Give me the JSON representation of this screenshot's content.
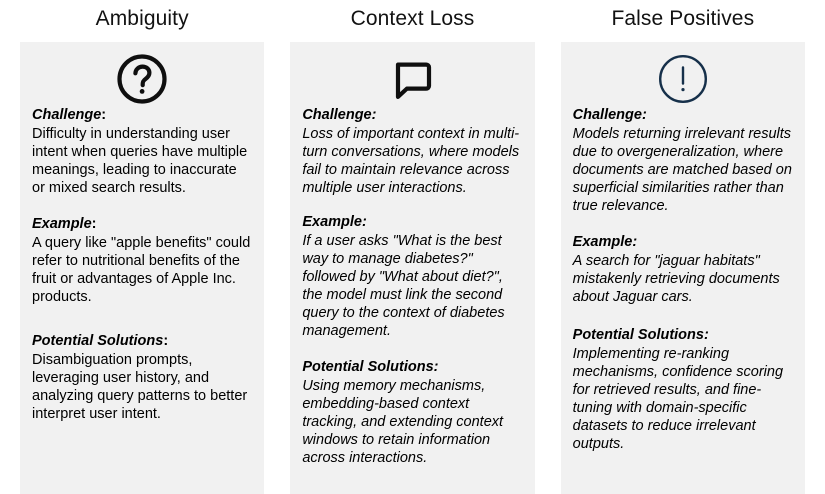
{
  "colors": {
    "panel_background": "#f1f1f1",
    "page_background": "#ffffff",
    "text": "#000000",
    "icon_black": "#0f0f0f",
    "icon_navy": "#16304a"
  },
  "columns": [
    {
      "title": "Ambiguity",
      "icon": "question-mark-circle-icon",
      "icon_color": "#0f0f0f",
      "body_style": "upright",
      "sections": [
        {
          "label": "Challenge",
          "colon": ":",
          "body": "Difficulty in understanding user intent when queries have multiple meanings, leading to inaccurate or mixed search results."
        },
        {
          "label": "Example",
          "colon": ":",
          "body": "A query like \"apple benefits\" could refer to nutritional benefits of the fruit or advantages of Apple Inc. products."
        },
        {
          "label": "Potential Solutions",
          "colon": ":",
          "body": "Disambiguation prompts, leveraging user history, and analyzing query patterns to better interpret user intent."
        }
      ]
    },
    {
      "title": "Context Loss",
      "icon": "speech-bubble-icon",
      "icon_color": "#0f0f0f",
      "body_style": "italic",
      "sections": [
        {
          "label": "Challenge",
          "colon": ":",
          "body": "Loss of important context in multi-turn conversations, where models fail to maintain relevance across multiple user interactions."
        },
        {
          "label": "Example",
          "colon": ":",
          "body": "If a user asks \"What is the best way to manage diabetes?\" followed by \"What about diet?\", the model must link the second query to the context of diabetes management."
        },
        {
          "label": "Potential Solutions",
          "colon": ":",
          "body": "Using memory mechanisms, embedding-based context tracking, and extending context windows to retain information across interactions."
        }
      ]
    },
    {
      "title": "False Positives",
      "icon": "exclamation-mark-circle-icon",
      "icon_color": "#16304a",
      "body_style": "italic",
      "sections": [
        {
          "label": "Challenge",
          "colon": ":",
          "body": "Models returning irrelevant results due to overgeneralization, where documents are matched based on superficial similarities rather than true relevance."
        },
        {
          "label": "Example",
          "colon": ":",
          "body": "A search for \"jaguar habitats\" mistakenly retrieving documents about Jaguar cars."
        },
        {
          "label": "Potential Solutions",
          "colon": ":",
          "body": "Implementing re-ranking mechanisms, confidence scoring for retrieved results, and fine-tuning with domain-specific datasets to reduce irrelevant outputs."
        }
      ]
    }
  ]
}
